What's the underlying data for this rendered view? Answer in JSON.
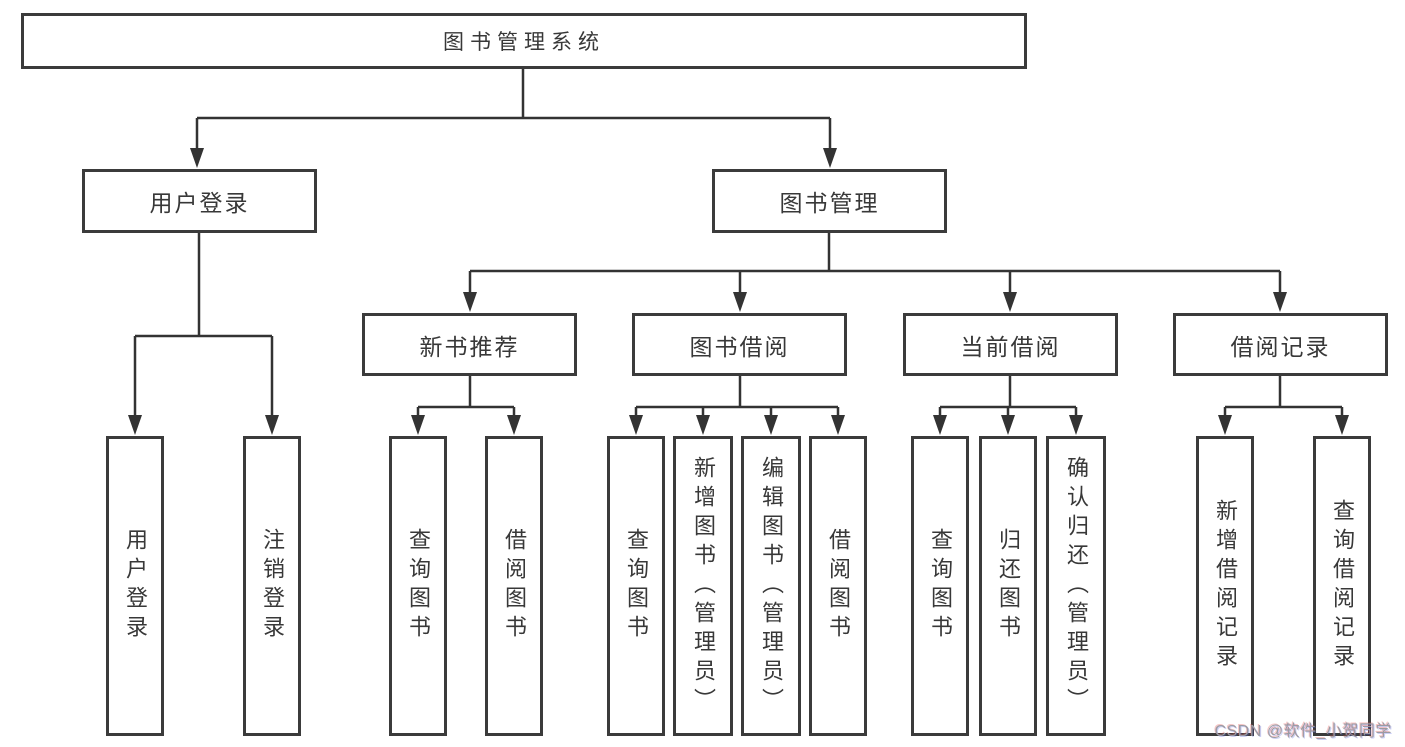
{
  "diagram": {
    "nodes": {
      "root": "图书管理系统",
      "user_login": "用户登录",
      "book_mgmt": "图书管理",
      "new_book_rec": "新书推荐",
      "book_borrow": "图书借阅",
      "current_borrow": "当前借阅",
      "borrow_record": "借阅记录",
      "ul_user_login": "用户登录",
      "ul_logout": "注销登录",
      "nb_query_book": "查询图书",
      "nb_borrow_book": "借阅图书",
      "bb_query_book": "查询图书",
      "bb_add_book": "新增图书（管理员）",
      "bb_edit_book": "编辑图书（管理员）",
      "bb_borrow_book": "借阅图书",
      "cb_query_book": "查询图书",
      "cb_return_book": "归还图书",
      "cb_confirm_return": "确认归还（管理员）",
      "br_add_record": "新增借阅记录",
      "br_query_record": "查询借阅记录"
    },
    "tree": {
      "图书管理系统": {
        "用户登录": [
          "用户登录",
          "注销登录"
        ],
        "图书管理": {
          "新书推荐": [
            "查询图书",
            "借阅图书"
          ],
          "图书借阅": [
            "查询图书",
            "新增图书（管理员）",
            "编辑图书（管理员）",
            "借阅图书"
          ],
          "当前借阅": [
            "查询图书",
            "归还图书",
            "确认归还（管理员）"
          ],
          "借阅记录": [
            "新增借阅记录",
            "查询借阅记录"
          ]
        }
      }
    },
    "colors": {
      "line": "#333333",
      "text": "#383838",
      "box_background": "#ffffff"
    }
  },
  "watermark": {
    "text": "CSDN @软件_小贺同学"
  }
}
